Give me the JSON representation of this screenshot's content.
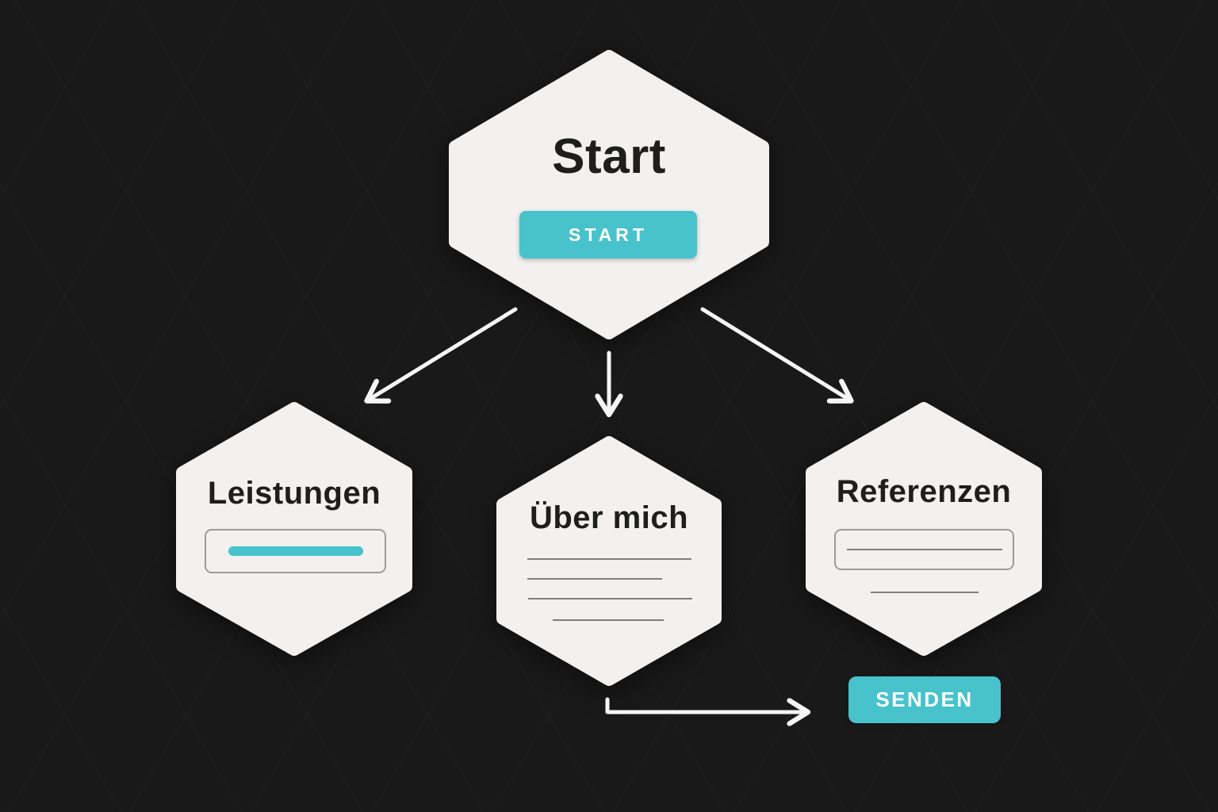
{
  "colors": {
    "background": "#191919",
    "node_fill": "#F2F1EF",
    "accent_teal": "#48C3CC",
    "text_dark": "#1E1E1E",
    "placeholder_gray": "#7E7E7E",
    "border_gray": "#9B9B9B",
    "arrow_white": "#F5F5F5",
    "button_text": "#FFFFFF"
  },
  "flowchart": {
    "start_node": {
      "title": "Start",
      "button_label": "START"
    },
    "child_nodes": [
      {
        "label": "Leistungen"
      },
      {
        "label": "Über mich"
      },
      {
        "label": "Referenzen"
      }
    ],
    "send_button_label": "SENDEN"
  }
}
